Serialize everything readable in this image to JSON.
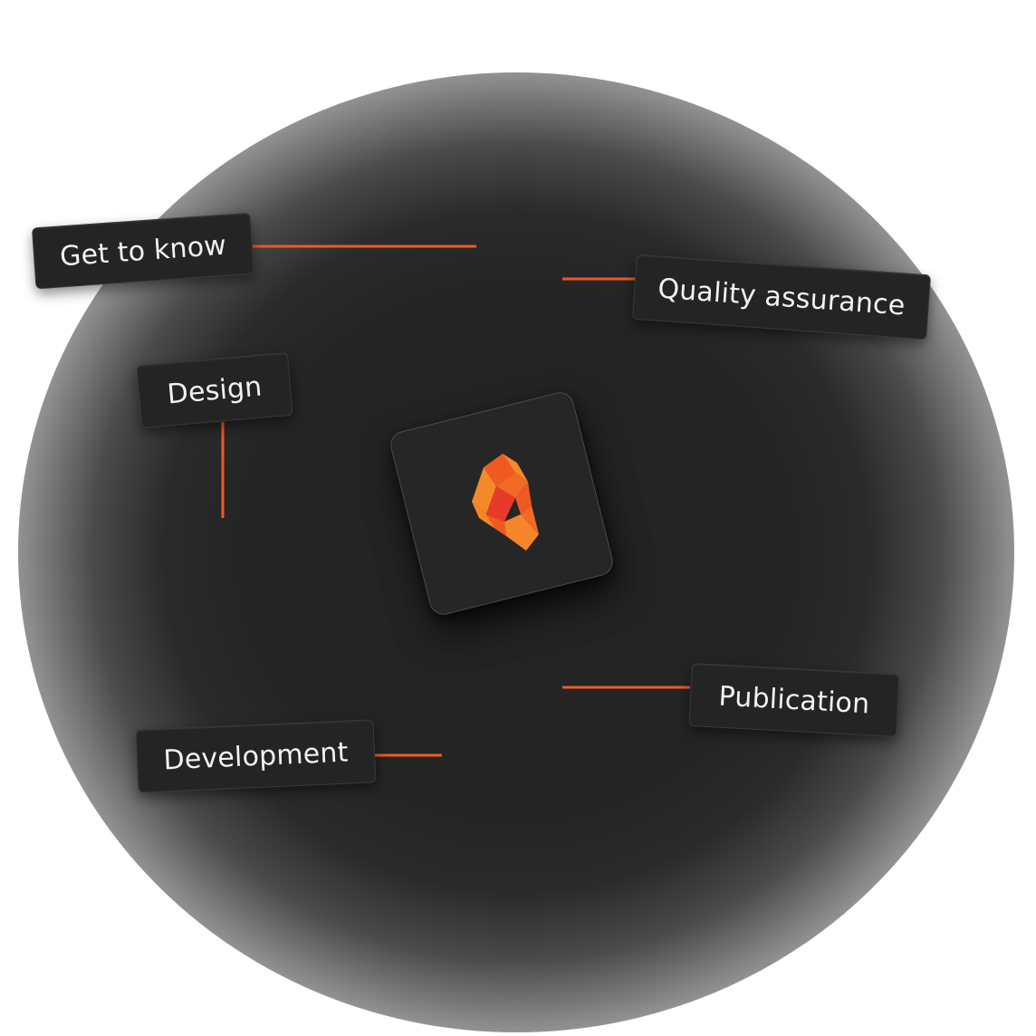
{
  "diagram": {
    "steps": {
      "get_to_know": "Get to know",
      "design": "Design",
      "development": "Development",
      "quality_assurance": "Quality assurance",
      "publication": "Publication"
    },
    "center": {
      "icon": "brand-logo-icon"
    }
  },
  "colors": {
    "accent": "#f05a22",
    "card": "#242425",
    "text": "#f2f2f2"
  }
}
